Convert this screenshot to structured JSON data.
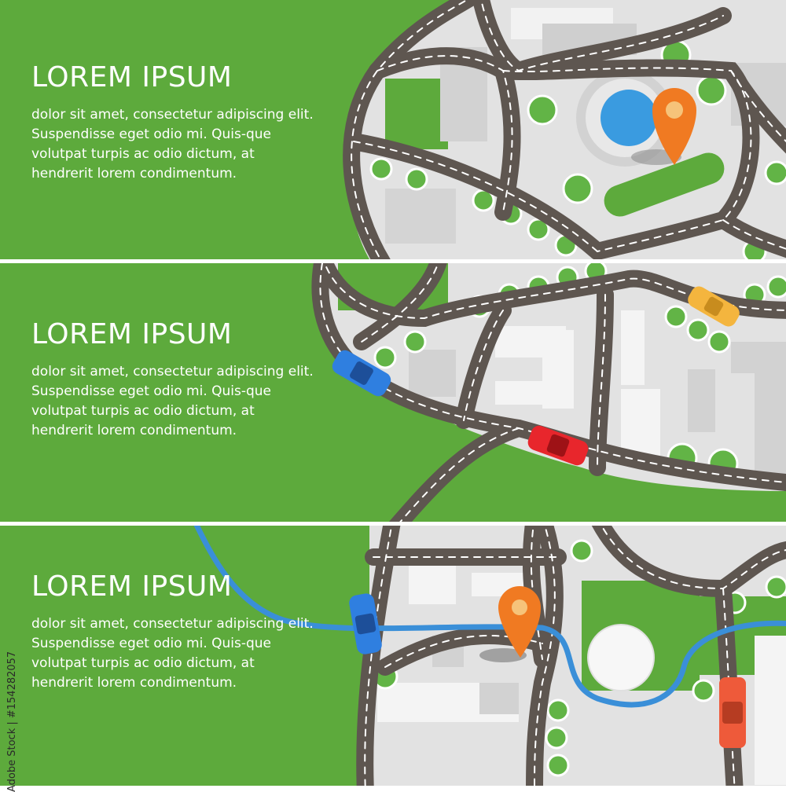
{
  "banners": [
    {
      "title": "LOREM IPSUM",
      "text": "dolor sit amet, consectetur adipiscing elit. Suspendisse eget odio mi. Quis-que volutpat turpis ac odio dictum, at hendrerit lorem condimentum."
    },
    {
      "title": "LOREM IPSUM",
      "text": "dolor sit amet, consectetur adipiscing elit. Suspendisse eget odio mi. Quis-que volutpat turpis ac odio dictum, at hendrerit lorem condimentum."
    },
    {
      "title": "LOREM IPSUM",
      "text": "dolor sit amet, consectetur adipiscing elit. Suspendisse eget odio mi. Quis-que volutpat turpis ac odio dictum, at hendrerit lorem condimentum."
    }
  ],
  "watermark": "Adobe Stock | #154282057",
  "icons": {
    "pin": "map-pin-icon",
    "cars": [
      "blue-car",
      "yellow-car",
      "red-car"
    ]
  },
  "colors": {
    "grass": "#5daa3c",
    "road": "#5e5650",
    "block": "#e0e0e0",
    "pin": "#f07a22",
    "water": "#3a9be0",
    "route": "#3a8fd8"
  }
}
